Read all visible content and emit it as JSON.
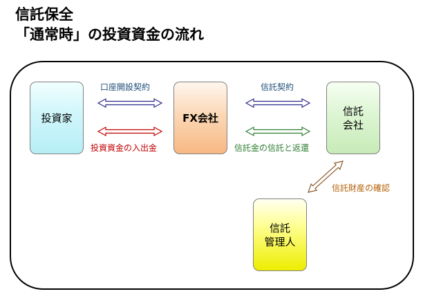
{
  "title": {
    "line1": "信託保全",
    "line2": "「通常時」の投資資金の流れ"
  },
  "boxes": {
    "investor": "投資家",
    "fx_company": "FX会社",
    "trust_company": "信託\n会社",
    "trust_manager": "信託\n管理人"
  },
  "labels": {
    "account_contract": "口座開設契約",
    "trust_contract": "信託契約",
    "deposit_withdrawal": "投資資金の入出金",
    "trust_return": "信託金の信託と返還",
    "trust_check": "信託財産の確認"
  },
  "colors": {
    "label_blue": "#1f4e79",
    "label_red": "#c00000",
    "label_green": "#2e7d32",
    "label_brown": "#b45f06",
    "arrow_blue": "#2e2a8c",
    "arrow_red": "#c00000",
    "arrow_green": "#2e7d32",
    "arrow_brown": "#8b5a2b"
  }
}
